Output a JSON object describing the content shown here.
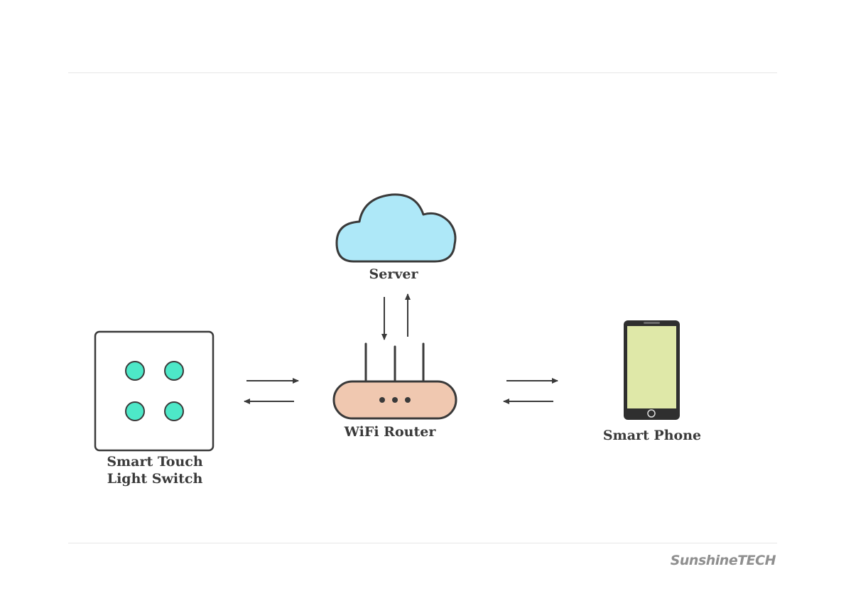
{
  "nodes": {
    "server": {
      "label": "Server"
    },
    "router": {
      "label": "WiFi Router"
    },
    "switch": {
      "label_line1": "Smart Touch",
      "label_line2": "Light Switch"
    },
    "phone": {
      "label": "Smart Phone"
    }
  },
  "edges": [
    {
      "from": "router",
      "to": "server"
    },
    {
      "from": "server",
      "to": "router"
    },
    {
      "from": "switch",
      "to": "router"
    },
    {
      "from": "router",
      "to": "switch"
    },
    {
      "from": "router",
      "to": "phone"
    },
    {
      "from": "phone",
      "to": "router"
    }
  ],
  "brand": {
    "name": "SunshineTECH"
  },
  "colors": {
    "cloud_fill": "#aee8f8",
    "router_fill": "#f0c8b0",
    "switch_button": "#4de8c8",
    "phone_screen": "#dfe8a8",
    "outline": "#3a3a3a"
  }
}
